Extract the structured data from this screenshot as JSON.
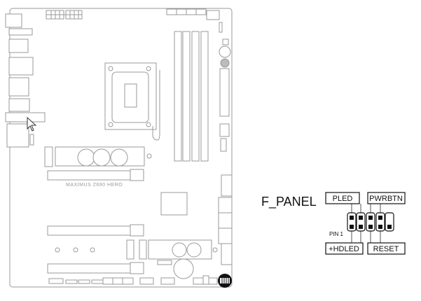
{
  "board": {
    "model_label": "MAXIMUS Z690 HERO",
    "highlight_color": "#111111",
    "outline_color": "#9a9a9a"
  },
  "header": {
    "title": "F_PANEL",
    "pin1_label": "PIN 1",
    "top_labels": [
      "PLED",
      "PWRBTN"
    ],
    "bottom_labels": [
      "+HDLED",
      "RESET"
    ]
  }
}
